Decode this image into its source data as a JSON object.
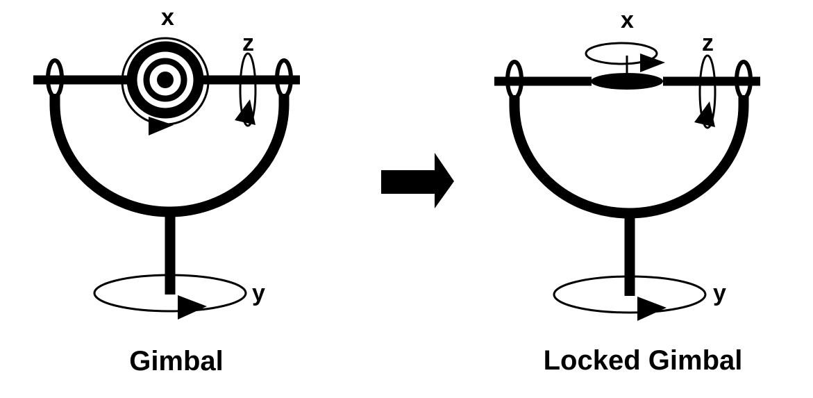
{
  "gimbal": {
    "caption": "Gimbal",
    "axis_x": "x",
    "axis_y": "y",
    "axis_z": "z"
  },
  "locked_gimbal": {
    "caption": "Locked Gimbal",
    "axis_x": "x",
    "axis_y": "y",
    "axis_z": "z"
  },
  "colors": {
    "ink": "#000000",
    "background": "#ffffff"
  },
  "icons": {
    "transition": "right-arrow-icon"
  }
}
